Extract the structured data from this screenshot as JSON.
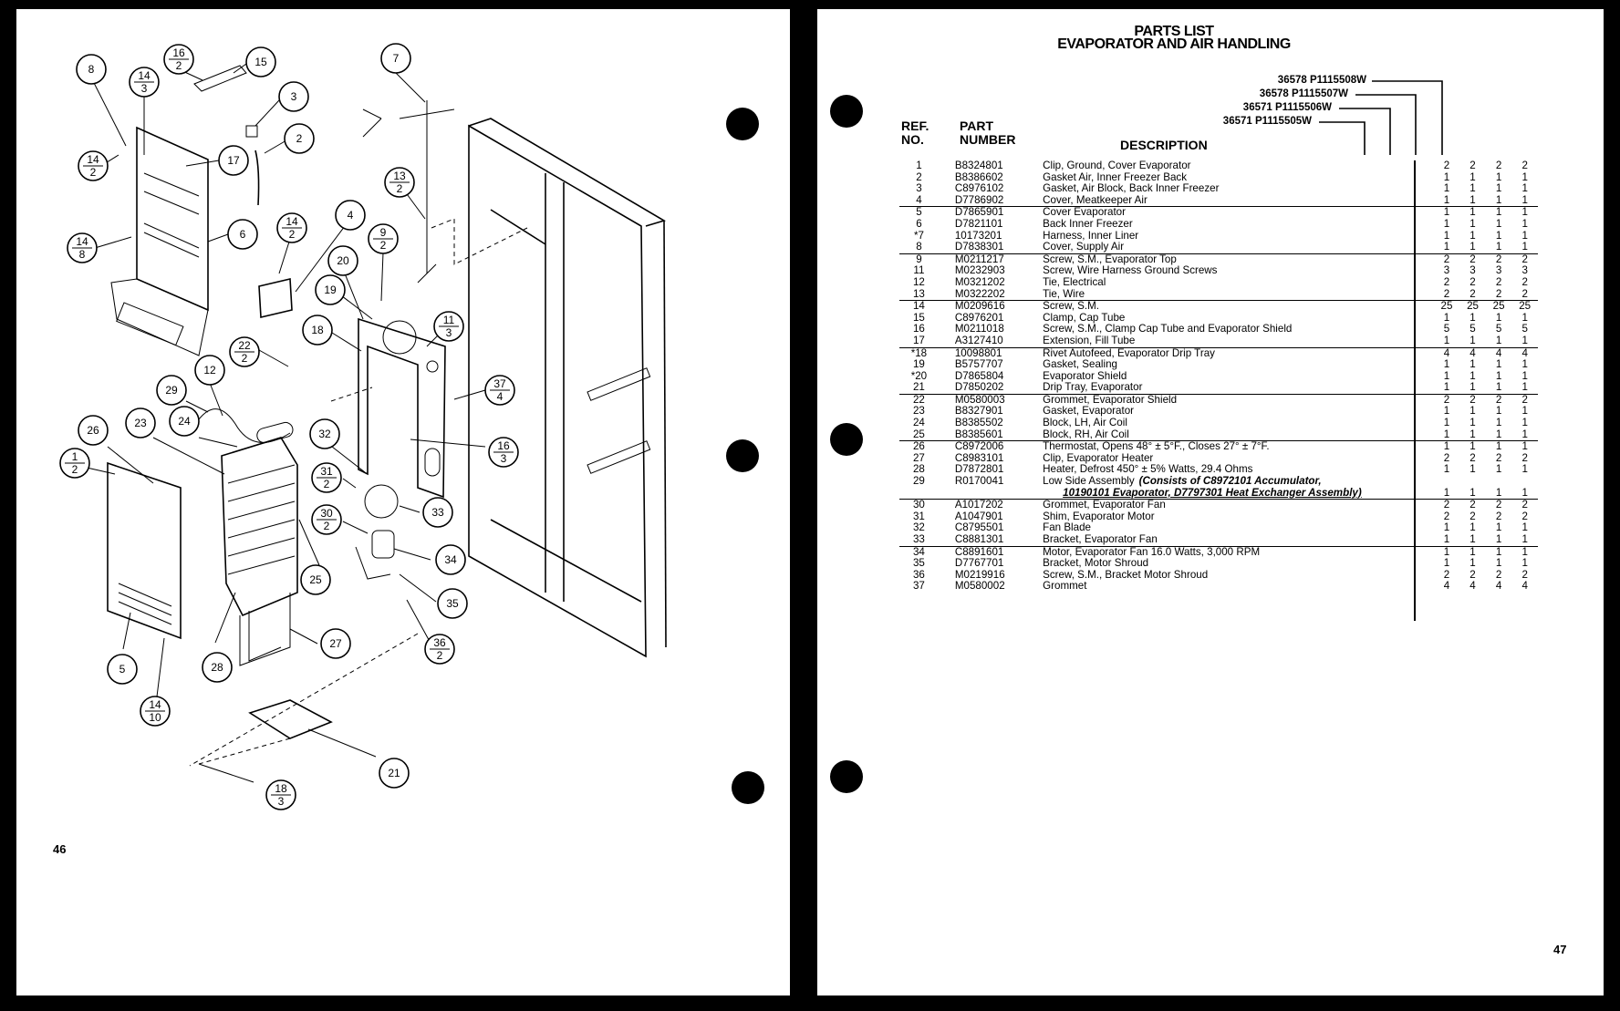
{
  "left_page": {
    "page_number": "46",
    "callouts": [
      {
        "id": "c8",
        "top": "8"
      },
      {
        "id": "c14-3",
        "top": "14",
        "bottom": "3"
      },
      {
        "id": "c16-2",
        "top": "16",
        "bottom": "2"
      },
      {
        "id": "c15",
        "top": "15"
      },
      {
        "id": "c3",
        "top": "3"
      },
      {
        "id": "c2",
        "top": "2"
      },
      {
        "id": "c7",
        "top": "7"
      },
      {
        "id": "c14-2a",
        "top": "14",
        "bottom": "2"
      },
      {
        "id": "c17",
        "top": "17"
      },
      {
        "id": "c13-2",
        "top": "13",
        "bottom": "2"
      },
      {
        "id": "c14-8",
        "top": "14",
        "bottom": "8"
      },
      {
        "id": "c6",
        "top": "6"
      },
      {
        "id": "c14-2b",
        "top": "14",
        "bottom": "2"
      },
      {
        "id": "c4",
        "top": "4"
      },
      {
        "id": "c9-2",
        "top": "9",
        "bottom": "2"
      },
      {
        "id": "c20",
        "top": "20"
      },
      {
        "id": "c19",
        "top": "19"
      },
      {
        "id": "c11-3",
        "top": "11",
        "bottom": "3"
      },
      {
        "id": "c18",
        "top": "18"
      },
      {
        "id": "c22-2",
        "top": "22",
        "bottom": "2"
      },
      {
        "id": "c12",
        "top": "12"
      },
      {
        "id": "c29",
        "top": "29"
      },
      {
        "id": "c37-4",
        "top": "37",
        "bottom": "4"
      },
      {
        "id": "c26",
        "top": "26"
      },
      {
        "id": "c23",
        "top": "23"
      },
      {
        "id": "c24",
        "top": "24"
      },
      {
        "id": "c32",
        "top": "32"
      },
      {
        "id": "c16-3",
        "top": "16",
        "bottom": "3"
      },
      {
        "id": "c1-2",
        "top": "1",
        "bottom": "2"
      },
      {
        "id": "c31-2",
        "top": "31",
        "bottom": "2"
      },
      {
        "id": "c30-2",
        "top": "30",
        "bottom": "2"
      },
      {
        "id": "c33",
        "top": "33"
      },
      {
        "id": "c34",
        "top": "34"
      },
      {
        "id": "c25",
        "top": "25"
      },
      {
        "id": "c35",
        "top": "35"
      },
      {
        "id": "c27",
        "top": "27"
      },
      {
        "id": "c36-2",
        "top": "36",
        "bottom": "2"
      },
      {
        "id": "c28",
        "top": "28"
      },
      {
        "id": "c5",
        "top": "5"
      },
      {
        "id": "c14-10",
        "top": "14",
        "bottom": "10"
      },
      {
        "id": "c21",
        "top": "21"
      },
      {
        "id": "c18-3",
        "top": "18",
        "bottom": "3"
      }
    ]
  },
  "right_page": {
    "title_line1": "PARTS LIST",
    "title_line2": "EVAPORATOR AND AIR HANDLING",
    "models": [
      "36578 P1115508W",
      "36578 P1115507W",
      "36571 P1115506W",
      "36571 P1115505W"
    ],
    "headers": {
      "ref": "REF.",
      "no": "NO.",
      "part": "PART",
      "number": "NUMBER",
      "description": "DESCRIPTION"
    },
    "page_number": "47",
    "parts": [
      {
        "ref": "1",
        "part": "B8324801",
        "desc": "Clip, Ground, Cover Evaporator",
        "q": [
          "2",
          "2",
          "2",
          "2"
        ]
      },
      {
        "ref": "2",
        "part": "B8386602",
        "desc": "Gasket Air, Inner Freezer Back",
        "q": [
          "1",
          "1",
          "1",
          "1"
        ]
      },
      {
        "ref": "3",
        "part": "C8976102",
        "desc": "Gasket, Air Block, Back Inner Freezer",
        "q": [
          "1",
          "1",
          "1",
          "1"
        ]
      },
      {
        "ref": "4",
        "part": "D7786902",
        "desc": "Cover, Meatkeeper Air",
        "q": [
          "1",
          "1",
          "1",
          "1"
        ]
      },
      {
        "ref": "5",
        "part": "D7865901",
        "desc": "Cover Evaporator",
        "q": [
          "1",
          "1",
          "1",
          "1"
        ],
        "rule": true
      },
      {
        "ref": "6",
        "part": "D7821101",
        "desc": "Back Inner Freezer",
        "q": [
          "1",
          "1",
          "1",
          "1"
        ]
      },
      {
        "ref": "*7",
        "part": "10173201",
        "desc": "Harness, Inner Liner",
        "q": [
          "1",
          "1",
          "1",
          "1"
        ]
      },
      {
        "ref": "8",
        "part": "D7838301",
        "desc": "Cover, Supply Air",
        "q": [
          "1",
          "1",
          "1",
          "1"
        ]
      },
      {
        "ref": "9",
        "part": "M0211217",
        "desc": "Screw, S.M., Evaporator Top",
        "q": [
          "2",
          "2",
          "2",
          "2"
        ],
        "rule": true
      },
      {
        "ref": "11",
        "part": "M0232903",
        "desc": "Screw, Wire Harness Ground Screws",
        "q": [
          "3",
          "3",
          "3",
          "3"
        ]
      },
      {
        "ref": "12",
        "part": "M0321202",
        "desc": "Tie, Electrical",
        "q": [
          "2",
          "2",
          "2",
          "2"
        ]
      },
      {
        "ref": "13",
        "part": "M0322202",
        "desc": "Tie, Wire",
        "q": [
          "2",
          "2",
          "2",
          "2"
        ]
      },
      {
        "ref": "14",
        "part": "M0209616",
        "desc": "Screw, S.M.",
        "q": [
          "25",
          "25",
          "25",
          "25"
        ],
        "rule": true
      },
      {
        "ref": "15",
        "part": "C8976201",
        "desc": "Clamp, Cap Tube",
        "q": [
          "1",
          "1",
          "1",
          "1"
        ]
      },
      {
        "ref": "16",
        "part": "M0211018",
        "desc": "Screw, S.M., Clamp Cap Tube and Evaporator Shield",
        "q": [
          "5",
          "5",
          "5",
          "5"
        ]
      },
      {
        "ref": "17",
        "part": "A3127410",
        "desc": "Extension, Fill Tube",
        "q": [
          "1",
          "1",
          "1",
          "1"
        ]
      },
      {
        "ref": "*18",
        "part": "10098801",
        "desc": "Rivet Autofeed, Evaporator Drip Tray",
        "q": [
          "4",
          "4",
          "4",
          "4"
        ],
        "rule": true
      },
      {
        "ref": "19",
        "part": "B5757707",
        "desc": "Gasket, Sealing",
        "q": [
          "1",
          "1",
          "1",
          "1"
        ]
      },
      {
        "ref": "*20",
        "part": "D7865804",
        "desc": "Evaporator Shield",
        "q": [
          "1",
          "1",
          "1",
          "1"
        ]
      },
      {
        "ref": "21",
        "part": "D7850202",
        "desc": "Drip Tray, Evaporator",
        "q": [
          "1",
          "1",
          "1",
          "1"
        ]
      },
      {
        "ref": "22",
        "part": "M0580003",
        "desc": "Grommet, Evaporator Shield",
        "q": [
          "2",
          "2",
          "2",
          "2"
        ],
        "rule": true
      },
      {
        "ref": "23",
        "part": "B8327901",
        "desc": "Gasket, Evaporator",
        "q": [
          "1",
          "1",
          "1",
          "1"
        ]
      },
      {
        "ref": "24",
        "part": "B8385502",
        "desc": "Block, LH, Air Coil",
        "q": [
          "1",
          "1",
          "1",
          "1"
        ]
      },
      {
        "ref": "25",
        "part": "B8385601",
        "desc": "Block, RH, Air Coil",
        "q": [
          "1",
          "1",
          "1",
          "1"
        ]
      },
      {
        "ref": "26",
        "part": "C8972006",
        "desc": "Thermostat, Opens 48° ± 5°F., Closes 27° ± 7°F.",
        "q": [
          "1",
          "1",
          "1",
          "1"
        ],
        "rule": true
      },
      {
        "ref": "27",
        "part": "C8983101",
        "desc": "Clip, Evaporator Heater",
        "q": [
          "2",
          "2",
          "2",
          "2"
        ]
      },
      {
        "ref": "28",
        "part": "D7872801",
        "desc": "Heater, Defrost 450° ± 5% Watts, 29.4 Ohms",
        "q": [
          "1",
          "1",
          "1",
          "1"
        ]
      },
      {
        "ref": "29",
        "part": "R0170041",
        "desc": "Low Side Assembly",
        "desc_note": "(Consists of C8972101 Accumulator,",
        "q": [
          "",
          "",
          "",
          ""
        ]
      },
      {
        "ref": "",
        "part": "",
        "desc": "",
        "desc_note2": "10190101 Evaporator, D7797301 Heat Exchanger Assembly)",
        "q": [
          "1",
          "1",
          "1",
          "1"
        ]
      },
      {
        "ref": "30",
        "part": "A1017202",
        "desc": "Grommet, Evaporator Fan",
        "q": [
          "2",
          "2",
          "2",
          "2"
        ],
        "rule": true
      },
      {
        "ref": "31",
        "part": "A1047901",
        "desc": "Shim, Evaporator Motor",
        "q": [
          "2",
          "2",
          "2",
          "2"
        ]
      },
      {
        "ref": "32",
        "part": "C8795501",
        "desc": "Fan Blade",
        "q": [
          "1",
          "1",
          "1",
          "1"
        ]
      },
      {
        "ref": "33",
        "part": "C8881301",
        "desc": "Bracket, Evaporator Fan",
        "q": [
          "1",
          "1",
          "1",
          "1"
        ]
      },
      {
        "ref": "34",
        "part": "C8891601",
        "desc": "Motor, Evaporator Fan 16.0 Watts, 3,000 RPM",
        "q": [
          "1",
          "1",
          "1",
          "1"
        ],
        "rule": true
      },
      {
        "ref": "35",
        "part": "D7767701",
        "desc": "Bracket, Motor Shroud",
        "q": [
          "1",
          "1",
          "1",
          "1"
        ]
      },
      {
        "ref": "36",
        "part": "M0219916",
        "desc": "Screw, S.M., Bracket Motor Shroud",
        "q": [
          "2",
          "2",
          "2",
          "2"
        ]
      },
      {
        "ref": "37",
        "part": "M0580002",
        "desc": "Grommet",
        "q": [
          "4",
          "4",
          "4",
          "4"
        ]
      }
    ]
  }
}
